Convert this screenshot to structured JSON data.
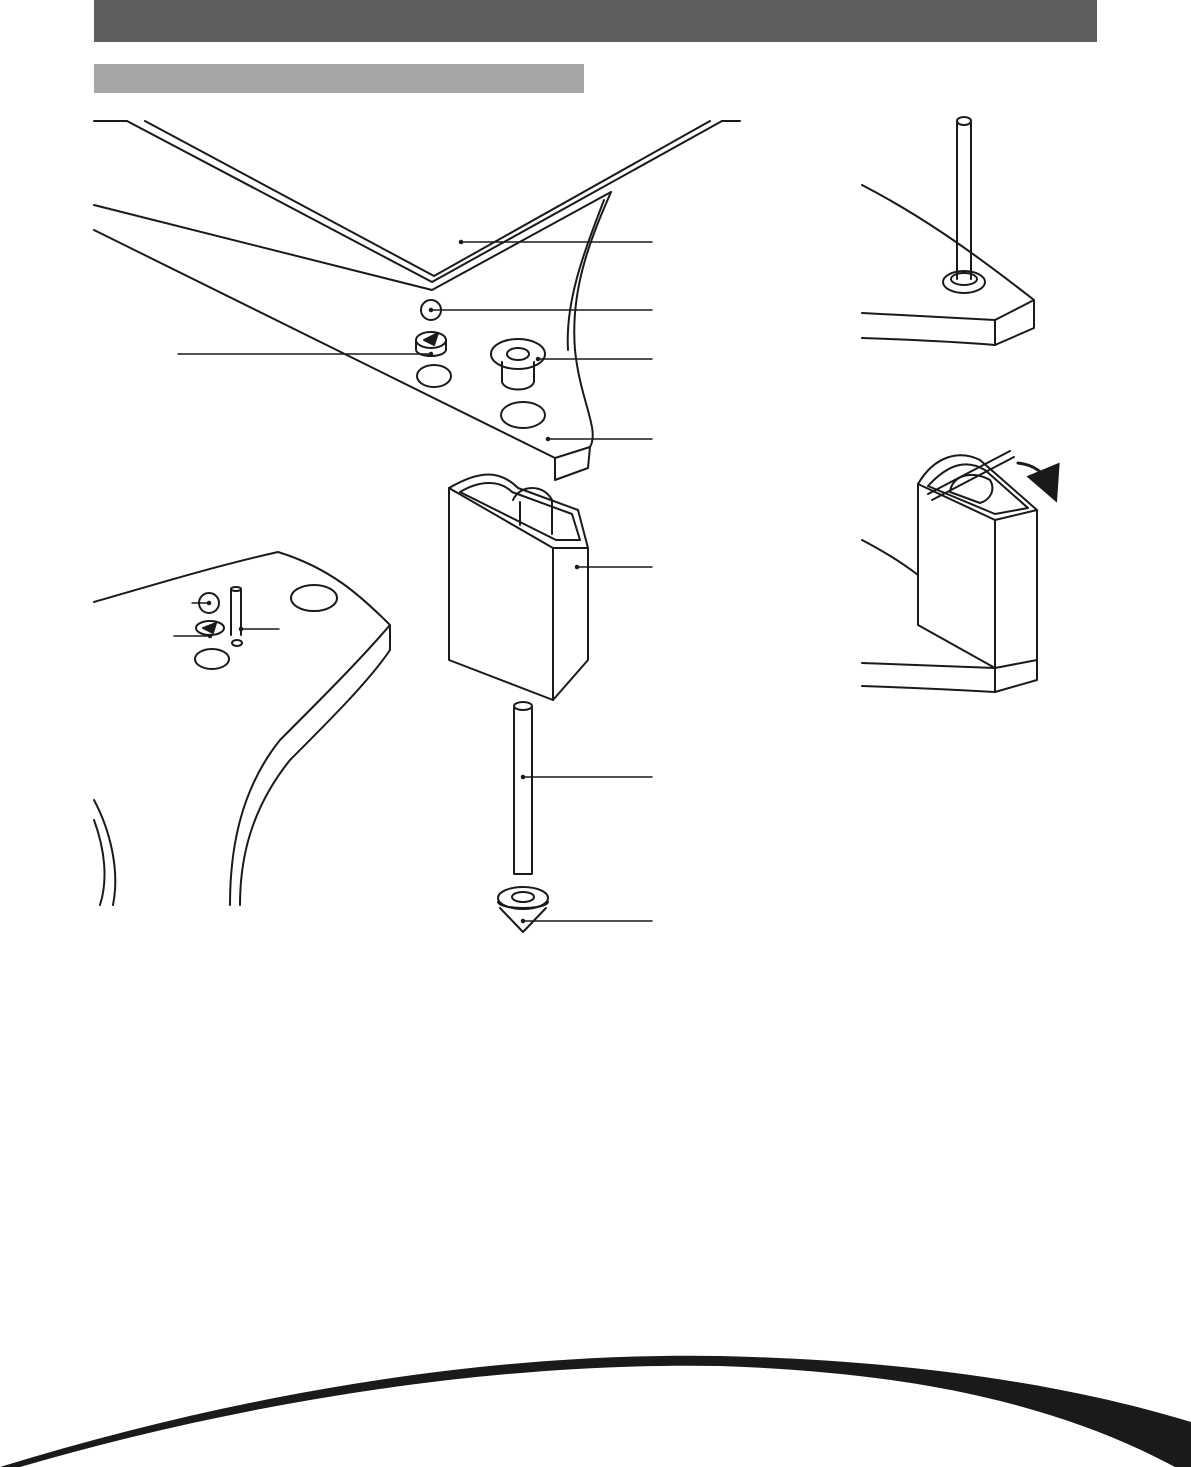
{
  "colors": {
    "header_bar": "#605d5e",
    "section_bar": "#a7a5a6",
    "line_art": "#1a1a1a",
    "footer_swoosh": "#1a1a1a"
  },
  "header": {
    "title": ""
  },
  "section": {
    "title": ""
  },
  "diagram": {
    "callouts": [
      {
        "name": "callout-glass-shelf"
      },
      {
        "name": "callout-round-pad"
      },
      {
        "name": "callout-cam-lock"
      },
      {
        "name": "callout-bushing"
      },
      {
        "name": "callout-shelf-frame"
      },
      {
        "name": "callout-leg-column"
      },
      {
        "name": "callout-threaded-rod"
      },
      {
        "name": "callout-spike-foot"
      }
    ]
  }
}
